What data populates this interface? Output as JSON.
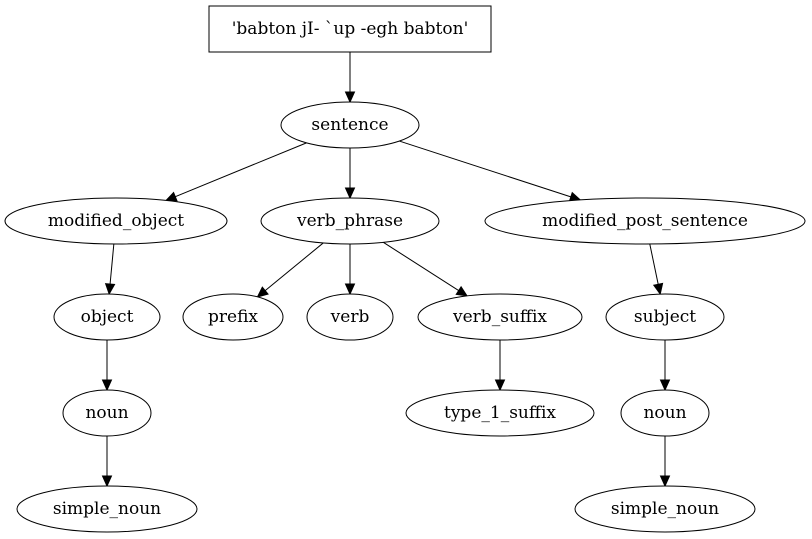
{
  "diagram": {
    "type": "parse-tree",
    "root": {
      "id": "root",
      "label": "'babton jI- `up -egh babton'"
    },
    "nodes": [
      {
        "id": "root",
        "label": "'babton jI- `up -egh babton'",
        "shape": "box"
      },
      {
        "id": "sentence",
        "label": "sentence",
        "shape": "ellipse"
      },
      {
        "id": "modified_object",
        "label": "modified_object",
        "shape": "ellipse"
      },
      {
        "id": "verb_phrase",
        "label": "verb_phrase",
        "shape": "ellipse"
      },
      {
        "id": "modified_post_sentence",
        "label": "modified_post_sentence",
        "shape": "ellipse"
      },
      {
        "id": "object",
        "label": "object",
        "shape": "ellipse"
      },
      {
        "id": "prefix",
        "label": "prefix",
        "shape": "ellipse"
      },
      {
        "id": "verb",
        "label": "verb",
        "shape": "ellipse"
      },
      {
        "id": "verb_suffix",
        "label": "verb_suffix",
        "shape": "ellipse"
      },
      {
        "id": "subject",
        "label": "subject",
        "shape": "ellipse"
      },
      {
        "id": "noun_left",
        "label": "noun",
        "shape": "ellipse"
      },
      {
        "id": "type_1_suffix",
        "label": "type_1_suffix",
        "shape": "ellipse"
      },
      {
        "id": "noun_right",
        "label": "noun",
        "shape": "ellipse"
      },
      {
        "id": "simple_noun_left",
        "label": "simple_noun",
        "shape": "ellipse"
      },
      {
        "id": "simple_noun_right",
        "label": "simple_noun",
        "shape": "ellipse"
      }
    ],
    "edges": [
      {
        "from": "root",
        "to": "sentence"
      },
      {
        "from": "sentence",
        "to": "modified_object"
      },
      {
        "from": "sentence",
        "to": "verb_phrase"
      },
      {
        "from": "sentence",
        "to": "modified_post_sentence"
      },
      {
        "from": "modified_object",
        "to": "object"
      },
      {
        "from": "verb_phrase",
        "to": "prefix"
      },
      {
        "from": "verb_phrase",
        "to": "verb"
      },
      {
        "from": "verb_phrase",
        "to": "verb_suffix"
      },
      {
        "from": "modified_post_sentence",
        "to": "subject"
      },
      {
        "from": "object",
        "to": "noun_left"
      },
      {
        "from": "verb_suffix",
        "to": "type_1_suffix"
      },
      {
        "from": "subject",
        "to": "noun_right"
      },
      {
        "from": "noun_left",
        "to": "simple_noun_left"
      },
      {
        "from": "noun_right",
        "to": "simple_noun_right"
      }
    ]
  }
}
